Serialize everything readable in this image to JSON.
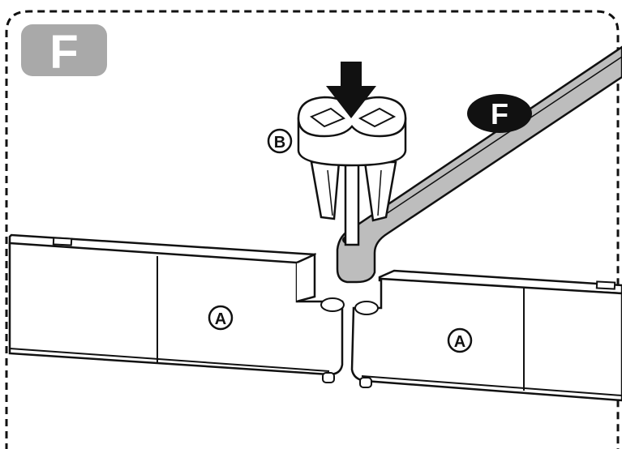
{
  "step": {
    "label": "F"
  },
  "callouts": {
    "part_b": "B",
    "part_a_left": "A",
    "part_a_right": "A",
    "part_f": "F"
  },
  "colors": {
    "ink": "#111111",
    "badge_fill": "#a9a9a9",
    "rail_fill": "#bdbdbd",
    "panel_fill": "#ffffff",
    "border_dash": "#111111"
  },
  "icons": {
    "press_arrow": "arrow-down-icon"
  }
}
